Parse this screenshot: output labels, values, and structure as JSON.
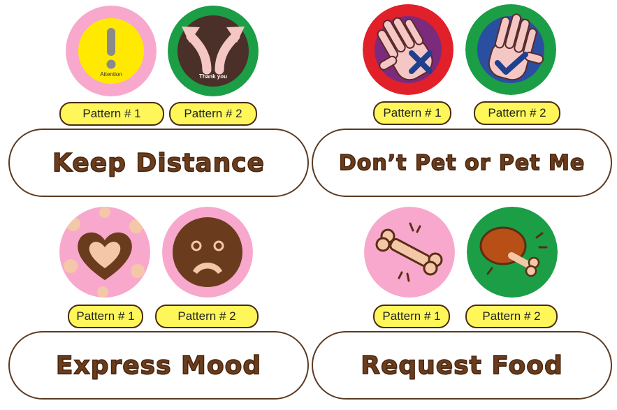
{
  "colors": {
    "pill_fill": "#fff75a",
    "title_text": "#6a3d1c",
    "pink": "#f8a8cc",
    "green": "#1b9e46",
    "red": "#e2202a",
    "brown": "#5a3a22"
  },
  "groups": [
    {
      "title": "Keep Distance",
      "patterns": [
        {
          "label": "Pattern # 1",
          "icon": "exclamation-icon",
          "icon_text": "Attention"
        },
        {
          "label": "Pattern # 2",
          "icon": "split-arrows-icon",
          "icon_text": "Thank you"
        }
      ]
    },
    {
      "title": "Don’t Pet or Pet Me",
      "patterns": [
        {
          "label": "Pattern # 1",
          "icon": "hand-cross-icon"
        },
        {
          "label": "Pattern # 2",
          "icon": "hand-check-icon"
        }
      ]
    },
    {
      "title": "Express Mood",
      "patterns": [
        {
          "label": "Pattern # 1",
          "icon": "heart-icon"
        },
        {
          "label": "Pattern # 2",
          "icon": "sad-face-icon"
        }
      ]
    },
    {
      "title": "Request Food",
      "patterns": [
        {
          "label": "Pattern # 1",
          "icon": "bone-icon"
        },
        {
          "label": "Pattern # 2",
          "icon": "drumstick-icon"
        }
      ]
    }
  ]
}
